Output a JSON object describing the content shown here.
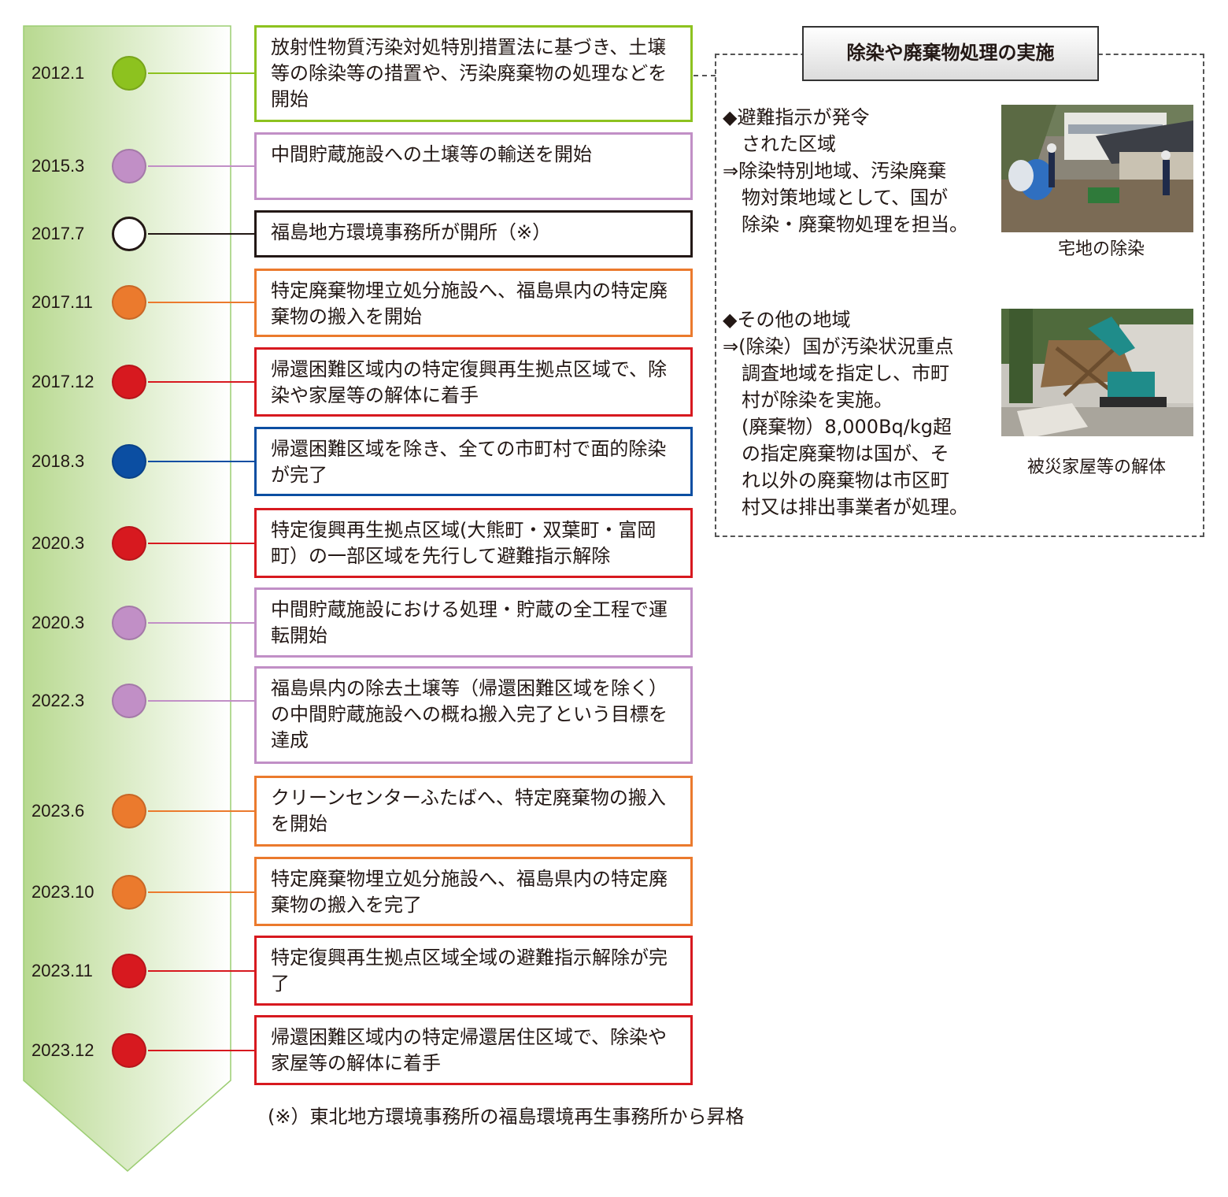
{
  "colors": {
    "green": "#8dc21f",
    "purple": "#c18fc6",
    "black": "#231815",
    "orange": "#eb7a2d",
    "red": "#d7191f",
    "blue": "#0b4ea2",
    "arrow_top": "#b8d990",
    "arrow_bottom": "#ffffff",
    "arrow_border": "#9ccd72"
  },
  "timeline": [
    {
      "date": "2012.1",
      "text": "放射性物質汚染対処特別措置法に基づき、土壌等の除染等の措置や、汚染廃棄物の処理などを開始",
      "color": "green",
      "fill": true
    },
    {
      "date": "2015.3",
      "text": "中間貯蔵施設への土壌等の輸送を開始",
      "color": "purple",
      "fill": true
    },
    {
      "date": "2017.7",
      "text": "福島地方環境事務所が開所（※）",
      "color": "black",
      "fill": false
    },
    {
      "date": "2017.11",
      "text": "特定廃棄物埋立処分施設へ、福島県内の特定廃棄物の搬入を開始",
      "color": "orange",
      "fill": true
    },
    {
      "date": "2017.12",
      "text": "帰還困難区域内の特定復興再生拠点区域で、除染や家屋等の解体に着手",
      "color": "red",
      "fill": true
    },
    {
      "date": "2018.3",
      "text": "帰還困難区域を除き、全ての市町村で面的除染が完了",
      "color": "blue",
      "fill": true
    },
    {
      "date": "2020.3",
      "text": "特定復興再生拠点区域(大熊町・双葉町・富岡町）の一部区域を先行して避難指示解除",
      "color": "red",
      "fill": true
    },
    {
      "date": "2020.3",
      "text": "中間貯蔵施設における処理・貯蔵の全工程で運転開始",
      "color": "purple",
      "fill": true
    },
    {
      "date": "2022.3",
      "text": "福島県内の除去土壌等（帰還困難区域を除く）の中間貯蔵施設への概ね搬入完了という目標を達成",
      "color": "purple",
      "fill": true
    },
    {
      "date": "2023.6",
      "text": "クリーンセンターふたばへ、特定廃棄物の搬入を開始",
      "color": "orange",
      "fill": true
    },
    {
      "date": "2023.10",
      "text": "特定廃棄物埋立処分施設へ、福島県内の特定廃棄物の搬入を完了",
      "color": "orange",
      "fill": true
    },
    {
      "date": "2023.11",
      "text": "特定復興再生拠点区域全域の避難指示解除が完了",
      "color": "red",
      "fill": true
    },
    {
      "date": "2023.12",
      "text": "帰還困難区域内の特定帰還居住区域で、除染や家屋等の解体に着手",
      "color": "red",
      "fill": true
    }
  ],
  "panel": {
    "title": "除染や廃棄物処理の実施",
    "block1": {
      "head": "◆避難指示が発令",
      "body": "　された区域\n⇒除染特別地域、汚染廃棄\n　物対策地域として、国が\n　除染・廃棄物処理を担当。"
    },
    "block2": {
      "head": "◆その他の地域",
      "body": "⇒(除染）国が汚染状況重点\n　調査地域を指定し、市町\n　村が除染を実施。\n　(廃棄物）8,000Bq/kg超\n　の指定廃棄物は国が、そ\n　れ以外の廃棄物は市区町\n　村又は排出事業者が処理。"
    },
    "photo1_caption": "宅地の除染",
    "photo2_caption": "被災家屋等の解体"
  },
  "footnote": "(※）東北地方環境事務所の福島環境再生事務所から昇格"
}
